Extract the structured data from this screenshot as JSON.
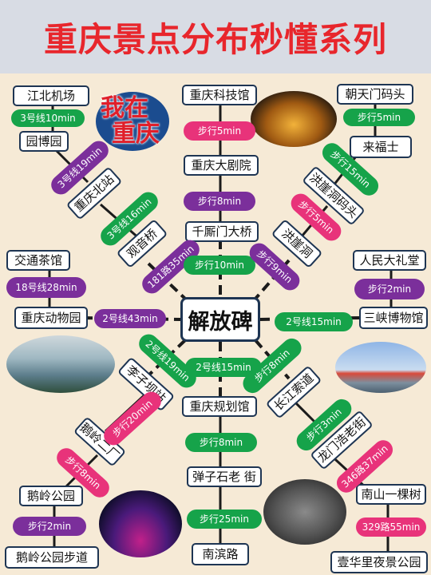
{
  "title": "重庆景点分布秒懂系列",
  "hub": "解放碑",
  "badge": "我在重庆",
  "places": {
    "jiangbei_airport": "江北机场",
    "garden_expo": "园博园",
    "chongqing_north": "重庆北站",
    "guanyinqiao": "观音桥",
    "science_museum": "重庆科技馆",
    "grand_theatre": "重庆大剧院",
    "qiansimen": "千厮门大桥",
    "chaotianmen": "朝天门码头",
    "raffles": "来福士",
    "hongyadong_pier": "洪崖洞码头",
    "hongyadong": "洪崖洞",
    "jiaotong_teahouse": "交通茶馆",
    "zoo": "重庆动物园",
    "great_hall": "人民大礼堂",
    "three_gorges": "三峡博物馆",
    "liziba": "李子坝站",
    "planning_hall": "重庆规划馆",
    "cableway": "长江索道",
    "erchang": "鹅岭二厂",
    "longmenhao": "龙门浩老街",
    "ering_park": "鹅岭公园",
    "danzishi": "弹子石老 街",
    "nanshan_tree": "南山一棵树",
    "ering_trail": "鹅岭公园步道",
    "nanbin_road": "南滨路",
    "yihuali": "壹华里夜景公园"
  },
  "routes": {
    "airport_garden": "3号线10min",
    "garden_north": "3号线19min",
    "north_guanyin": "3号线16min",
    "guanyin_hub": "181路35min",
    "sci_theatre": "步行5min",
    "theatre_bridge": "步行8min",
    "bridge_hub": "步行10min",
    "chaotian_raffles": "步行5min",
    "raffles_pier": "步行15min",
    "pier_hongyadong": "步行5min",
    "hongyadong_hub": "步行9min",
    "teahouse_zoo": "18号线28min",
    "zoo_hub": "2号线43min",
    "hall_museum": "步行2min",
    "museum_hub": "2号线15min",
    "hub_liziba": "2号线19min",
    "hub_planning": "2号线15min",
    "hub_cableway": "步行8min",
    "liziba_erchang": "步行20min",
    "cableway_longmen": "步行3min",
    "erchang_park": "步行8min",
    "planning_danzishi": "步行8min",
    "longmen_nanshan": "346路37min",
    "park_trail": "步行2min",
    "danzishi_nanbin": "步行25min",
    "nanshan_yihuali": "329路55min"
  },
  "colors": {
    "title": "#e8262c",
    "header_bg": "#d8dce4",
    "background": "#f6ead6",
    "box_border": "#1e3553",
    "green": "#16a34a",
    "purple": "#7b2f9b",
    "pink": "#e8337a"
  }
}
